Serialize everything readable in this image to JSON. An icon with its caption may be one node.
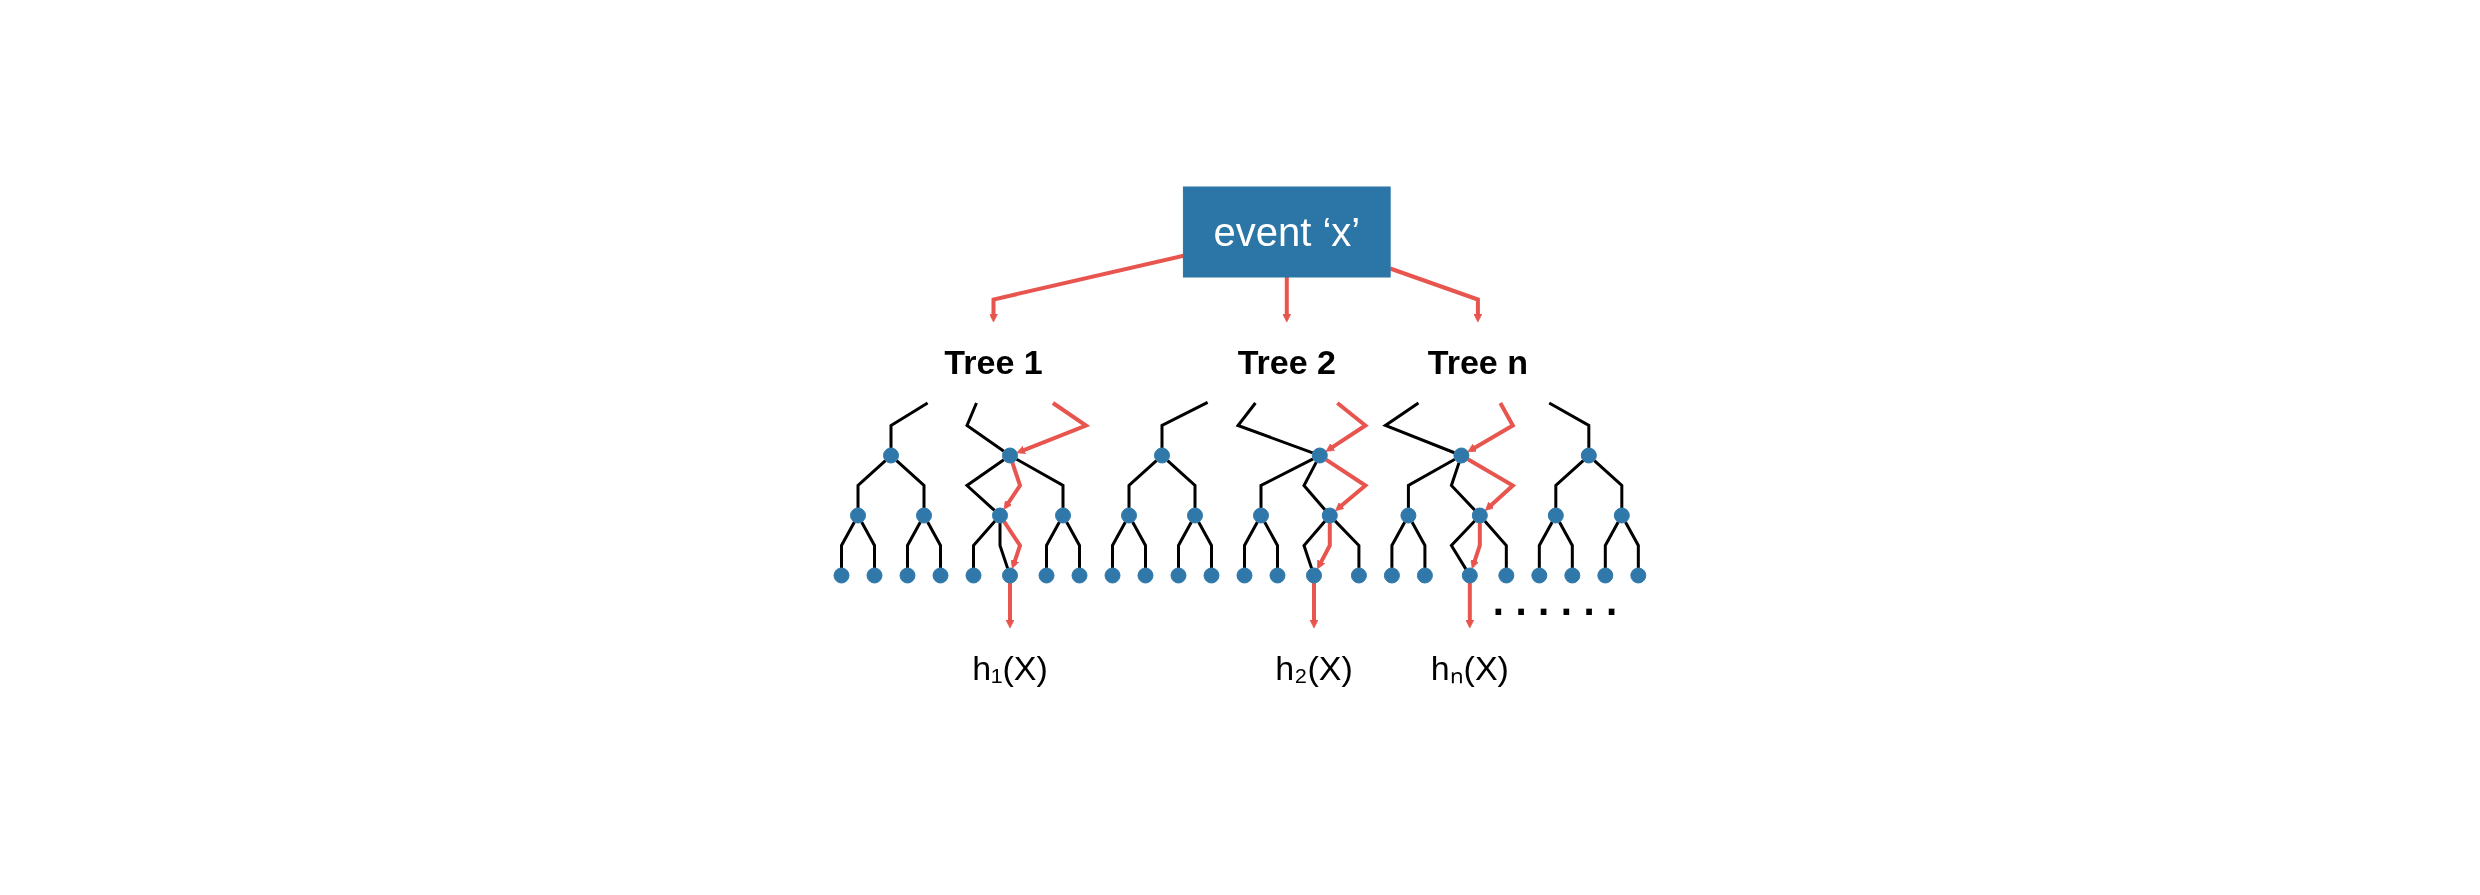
{
  "diagram": {
    "nodes": [
      {
        "text": [
          "event ‘x’"
        ]
      },
      {
        "text": [
          "Tree 1"
        ]
      },
      {
        "text": [],
        "shape": "circle"
      },
      {
        "text": [],
        "shape": "circle"
      },
      {
        "text": [],
        "shape": "circle"
      },
      {
        "text": [],
        "shape": "circle"
      },
      {
        "text": [],
        "shape": "circle"
      },
      {
        "text": [],
        "shape": "circle"
      },
      {
        "text": [],
        "shape": "circle"
      },
      {
        "text": [],
        "shape": "circle"
      },
      {
        "text": [],
        "shape": "circle"
      },
      {
        "text": [],
        "shape": "circle"
      },
      {
        "text": [],
        "shape": "circle"
      },
      {
        "text": [],
        "shape": "circle"
      },
      {
        "text": [],
        "shape": "circle"
      },
      {
        "text": [],
        "shape": "circle"
      },
      {
        "text": [
          "h₁(X)"
        ]
      },
      {
        "text": [
          "Tree 2"
        ]
      },
      {
        "text": [],
        "shape": "circle"
      },
      {
        "text": [],
        "shape": "circle"
      },
      {
        "text": [],
        "shape": "circle"
      },
      {
        "text": [],
        "shape": "circle"
      },
      {
        "text": [],
        "shape": "circle"
      },
      {
        "text": [],
        "shape": "circle"
      },
      {
        "text": [],
        "shape": "circle"
      },
      {
        "text": [],
        "shape": "circle"
      },
      {
        "text": [],
        "shape": "circle"
      },
      {
        "text": [],
        "shape": "circle"
      },
      {
        "text": [],
        "shape": "circle"
      },
      {
        "text": [],
        "shape": "circle"
      },
      {
        "text": [],
        "shape": "circle"
      },
      {
        "text": [],
        "shape": "circle"
      },
      {
        "text": [
          "h₂(X)"
        ]
      },
      {
        "text": [
          "Tree n"
        ]
      },
      {
        "text": [],
        "shape": "circle"
      },
      {
        "text": [],
        "shape": "circle"
      },
      {
        "text": [],
        "shape": "circle"
      },
      {
        "text": [],
        "shape": "circle"
      },
      {
        "text": [],
        "shape": "circle"
      },
      {
        "text": [],
        "shape": "circle"
      },
      {
        "text": [],
        "shape": "circle"
      },
      {
        "text": [],
        "shape": "circle"
      },
      {
        "text": [],
        "shape": "circle"
      },
      {
        "text": [],
        "shape": "circle"
      },
      {
        "text": [],
        "shape": "circle"
      },
      {
        "text": [],
        "shape": "circle"
      },
      {
        "text": [],
        "shape": "circle"
      },
      {
        "text": [],
        "shape": "circle"
      },
      {
        "text": [
          "hₙ(X)"
        ]
      }
    ],
    "edges": [
      {
        "from": 0,
        "to": 1,
        "arrow": "to",
        "color": "#e8554e"
      },
      {
        "from": 0,
        "to": 17,
        "arrow": "to",
        "color": "#e8554e"
      },
      {
        "from": 0,
        "to": 33,
        "arrow": "to",
        "color": "#e8554e"
      },
      {
        "from": 1,
        "to": 2,
        "arrow": "none"
      },
      {
        "from": 1,
        "to": 3,
        "arrow": "none"
      },
      {
        "from": 2,
        "to": 4,
        "arrow": "none"
      },
      {
        "from": 2,
        "to": 5,
        "arrow": "none"
      },
      {
        "from": 3,
        "to": 6,
        "arrow": "none"
      },
      {
        "from": 3,
        "to": 7,
        "arrow": "none"
      },
      {
        "from": 4,
        "to": 8,
        "arrow": "none"
      },
      {
        "from": 4,
        "to": 9,
        "arrow": "none"
      },
      {
        "from": 5,
        "to": 10,
        "arrow": "none"
      },
      {
        "from": 5,
        "to": 11,
        "arrow": "none"
      },
      {
        "from": 6,
        "to": 12,
        "arrow": "none"
      },
      {
        "from": 6,
        "to": 13,
        "arrow": "none"
      },
      {
        "from": 7,
        "to": 14,
        "arrow": "none"
      },
      {
        "from": 7,
        "to": 15,
        "arrow": "none"
      },
      {
        "from": 1,
        "to": 3,
        "arrow": "to",
        "color": "#e8554e"
      },
      {
        "from": 3,
        "to": 6,
        "arrow": "to",
        "color": "#e8554e"
      },
      {
        "from": 6,
        "to": 13,
        "arrow": "to",
        "color": "#e8554e"
      },
      {
        "from": 13,
        "to": 16,
        "arrow": "to",
        "color": "#e8554e"
      },
      {
        "from": 17,
        "to": 18,
        "arrow": "none"
      },
      {
        "from": 17,
        "to": 19,
        "arrow": "none"
      },
      {
        "from": 18,
        "to": 20,
        "arrow": "none"
      },
      {
        "from": 18,
        "to": 21,
        "arrow": "none"
      },
      {
        "from": 19,
        "to": 22,
        "arrow": "none"
      },
      {
        "from": 19,
        "to": 23,
        "arrow": "none"
      },
      {
        "from": 20,
        "to": 24,
        "arrow": "none"
      },
      {
        "from": 20,
        "to": 25,
        "arrow": "none"
      },
      {
        "from": 21,
        "to": 26,
        "arrow": "none"
      },
      {
        "from": 21,
        "to": 27,
        "arrow": "none"
      },
      {
        "from": 22,
        "to": 28,
        "arrow": "none"
      },
      {
        "from": 22,
        "to": 29,
        "arrow": "none"
      },
      {
        "from": 23,
        "to": 30,
        "arrow": "none"
      },
      {
        "from": 23,
        "to": 31,
        "arrow": "none"
      },
      {
        "from": 17,
        "to": 19,
        "arrow": "to",
        "color": "#e8554e"
      },
      {
        "from": 19,
        "to": 23,
        "arrow": "to",
        "color": "#e8554e"
      },
      {
        "from": 23,
        "to": 30,
        "arrow": "to",
        "color": "#e8554e"
      },
      {
        "from": 30,
        "to": 32,
        "arrow": "to",
        "color": "#e8554e"
      },
      {
        "from": 33,
        "to": 34,
        "arrow": "none"
      },
      {
        "from": 33,
        "to": 35,
        "arrow": "none"
      },
      {
        "from": 34,
        "to": 36,
        "arrow": "none"
      },
      {
        "from": 34,
        "to": 37,
        "arrow": "none"
      },
      {
        "from": 35,
        "to": 38,
        "arrow": "none"
      },
      {
        "from": 35,
        "to": 39,
        "arrow": "none"
      },
      {
        "from": 36,
        "to": 40,
        "arrow": "none"
      },
      {
        "from": 36,
        "to": 41,
        "arrow": "none"
      },
      {
        "from": 37,
        "to": 42,
        "arrow": "none"
      },
      {
        "from": 37,
        "to": 43,
        "arrow": "none"
      },
      {
        "from": 38,
        "to": 44,
        "arrow": "none"
      },
      {
        "from": 38,
        "to": 45,
        "arrow": "none"
      },
      {
        "from": 39,
        "to": 46,
        "arrow": "none"
      },
      {
        "from": 39,
        "to": 47,
        "arrow": "none"
      },
      {
        "from": 33,
        "to": 34,
        "arrow": "to",
        "color": "#e8554e"
      },
      {
        "from": 34,
        "to": 37,
        "arrow": "to",
        "color": "#e8554e"
      },
      {
        "from": 37,
        "to": 42,
        "arrow": "to",
        "color": "#e8554e"
      },
      {
        "from": 42,
        "to": 48,
        "arrow": "to",
        "color": "#e8554e"
      }
    ],
    "labels": [
      "......"
    ]
  }
}
